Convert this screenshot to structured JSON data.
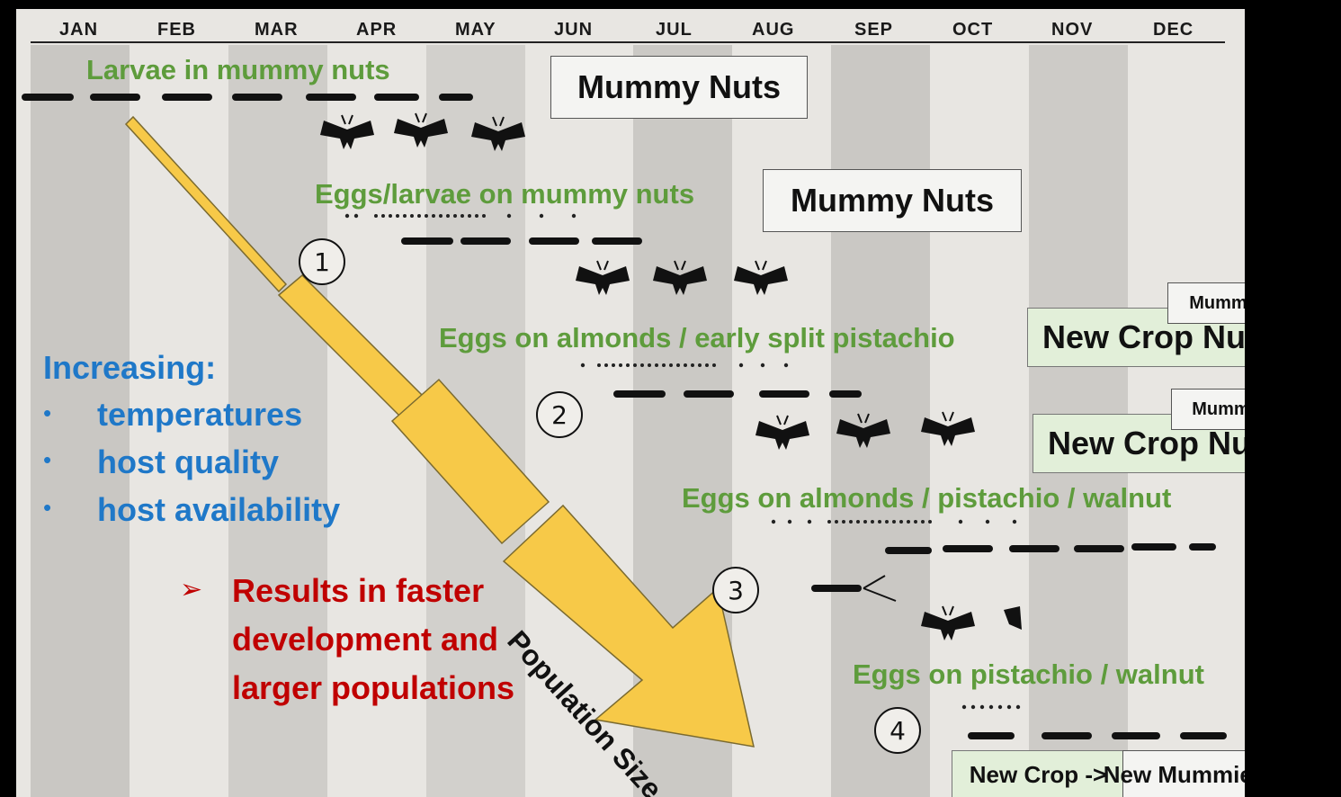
{
  "months": [
    "JAN",
    "FEB",
    "MAR",
    "APR",
    "MAY",
    "JUN",
    "JUL",
    "AUG",
    "SEP",
    "OCT",
    "NOV",
    "DEC"
  ],
  "labels": {
    "larvae_mummy": "Larvae in mummy nuts",
    "eggs_larvae_mummy": "Eggs/larvae on mummy nuts",
    "eggs_almonds_early": "Eggs on almonds / early split pistachio",
    "eggs_almonds_pist_walnut": "Eggs on almonds / pistachio / walnut",
    "eggs_pist_walnut": "Eggs on pistachio / walnut"
  },
  "boxes": {
    "mummy_1": "Mummy Nuts",
    "mummy_2": "Mummy Nuts",
    "mummy_small_1": "Mummy Nuts",
    "new_crop_1": "New Crop Nuts",
    "mummy_small_2": "Mummy Nuts",
    "new_crop_2": "New Crop Nuts",
    "new_crop_arrow": "New Crop ->",
    "new_mummies": "New Mummies"
  },
  "generations": [
    "1",
    "2",
    "3",
    "4"
  ],
  "increasing": {
    "heading": "Increasing:",
    "items": [
      "temperatures",
      "host quality",
      "host availability"
    ]
  },
  "results": {
    "marker": "➢",
    "lines": [
      "Results in faster",
      "development and",
      "larger populations"
    ]
  },
  "arrow_label": "Population Size",
  "colors": {
    "green_text": "#5e9c3c",
    "blue_text": "#1f78c8",
    "red_text": "#c00000",
    "arrow_fill": "#f7c948",
    "arrow_stroke": "#7a6a30",
    "moth": "#111111"
  }
}
